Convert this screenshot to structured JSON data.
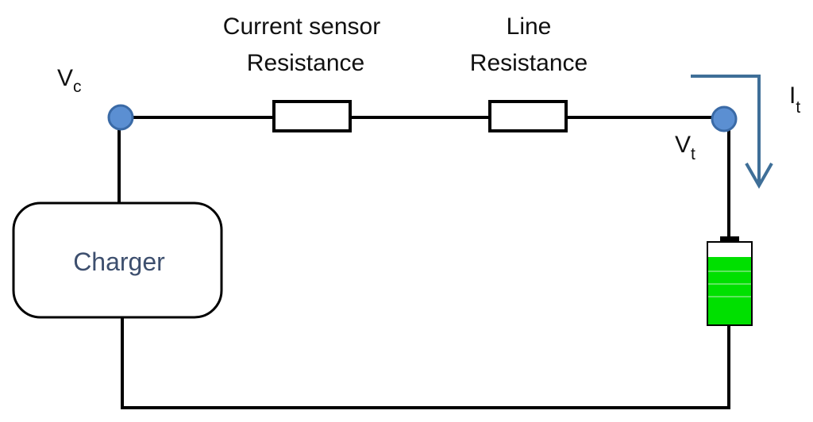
{
  "labels": {
    "current_sensor_line1": "Current sensor",
    "current_sensor_line2": "Resistance",
    "line_line1": "Line",
    "line_line2": "Resistance",
    "charger": "Charger",
    "vc_main": "V",
    "vc_sub": "c",
    "vt_main": "V",
    "vt_sub": "t",
    "it_main": "I",
    "it_sub": "t"
  },
  "colors": {
    "wire": "#000000",
    "node_fill": "#5b8fd2",
    "node_stroke": "#3a6aa6",
    "arrow": "#3f6f98",
    "battery_fill": "#00e000",
    "charger_text": "#3d4f6e"
  },
  "icons": {
    "battery": "battery-icon",
    "current_arrow": "arrow-down-icon"
  }
}
